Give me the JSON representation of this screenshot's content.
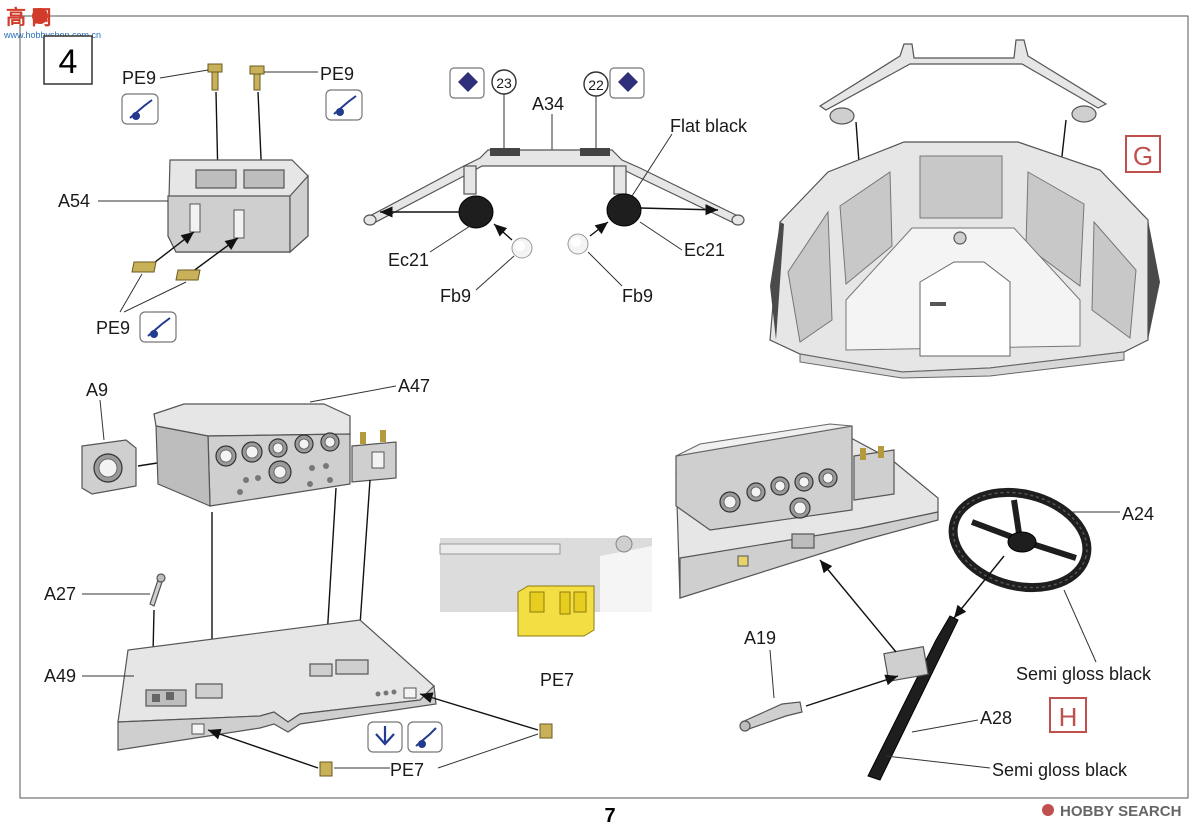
{
  "header": {
    "watermark_chars": "高 网",
    "watermark_url": "www.hobbyshop.com.cn",
    "step_number": "4"
  },
  "labels": {
    "pe9_top_left": "PE9",
    "pe9_top_right": "PE9",
    "pe9_bottom": "PE9",
    "a54": "A54",
    "callout_23": "23",
    "callout_22": "22",
    "a34": "A34",
    "flat_black": "Flat black",
    "ec21_left": "Ec21",
    "ec21_right": "Ec21",
    "fb9_left": "Fb9",
    "fb9_right": "Fb9",
    "marker_g": "G",
    "a9": "A9",
    "a47": "A47",
    "a27": "A27",
    "a49": "A49",
    "pe7_bottom": "PE7",
    "pe7_detail": "PE7",
    "a24": "A24",
    "a19": "A19",
    "a28": "A28",
    "semi_gloss_black_wheel": "Semi gloss black",
    "semi_gloss_black_column": "Semi gloss black",
    "marker_h": "H"
  },
  "footer": {
    "page_number": "7",
    "brand": "HOBBY SEARCH"
  },
  "colors": {
    "marker_red": "#c0504d",
    "photo_etch_brass": "#c9b15a",
    "photo_etch_highlight": "#f3df43",
    "plastic_grey": "#e6e6e6",
    "black_parts": "#1e1e1e"
  },
  "icons": [
    "bend-icon",
    "fold-icon",
    "decal-icon",
    "glue-icon"
  ]
}
